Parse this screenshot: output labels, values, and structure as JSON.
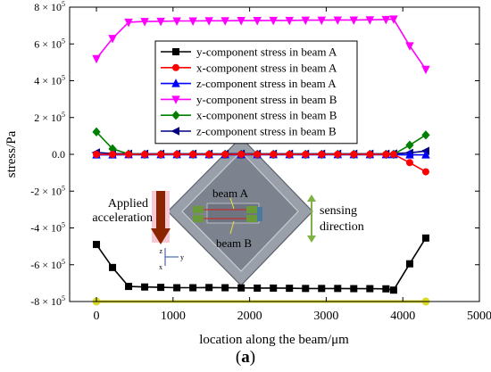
{
  "figure": {
    "panel_label_open": "(",
    "panel_label_letter": "a",
    "panel_label_close": ")"
  },
  "chart_data": {
    "type": "line",
    "xlabel": "location along the beam/μm",
    "ylabel": "stress/Pa",
    "xlim": [
      -350,
      5000
    ],
    "ylim": [
      -800000,
      800000
    ],
    "x_ticks": [
      0,
      1000,
      2000,
      3000,
      4000,
      5000
    ],
    "x_tick_labels": [
      "0",
      "1000",
      "2000",
      "3000",
      "4000",
      "5000"
    ],
    "y_ticks": [
      -800000,
      -600000,
      -400000,
      -200000,
      0,
      200000,
      400000,
      600000,
      800000
    ],
    "y_tick_labels": [
      {
        "mant": "-8 × 10",
        "exp": "5"
      },
      {
        "mant": "-6 × 10",
        "exp": "5"
      },
      {
        "mant": "-4 × 10",
        "exp": "5"
      },
      {
        "mant": "-2 × 10",
        "exp": "5"
      },
      {
        "mant": "0.0",
        "exp": ""
      },
      {
        "mant": "2 × 10",
        "exp": "5"
      },
      {
        "mant": "4 × 10",
        "exp": "5"
      },
      {
        "mant": "6 × 10",
        "exp": "5"
      },
      {
        "mant": "8 × 10",
        "exp": "5"
      }
    ],
    "grid": false,
    "legend_position": "top-center",
    "series": [
      {
        "name": "y-component stress in beam A",
        "color": "#000000",
        "marker": "square",
        "x": [
          0,
          210,
          420,
          630,
          840,
          1050,
          1260,
          1470,
          1680,
          1890,
          2100,
          2310,
          2520,
          2730,
          2940,
          3150,
          3360,
          3570,
          3780,
          3880,
          4090,
          4300
        ],
        "y": [
          -490000,
          -615000,
          -718000,
          -721000,
          -723000,
          -725000,
          -725000,
          -724000,
          -725000,
          -726000,
          -727000,
          -727000,
          -728000,
          -729000,
          -729000,
          -729000,
          -730000,
          -730000,
          -731000,
          -738000,
          -595000,
          -455000
        ]
      },
      {
        "name": "x-component stress in beam A",
        "color": "#ff0000",
        "marker": "circle",
        "x": [
          0,
          210,
          420,
          630,
          840,
          1050,
          1260,
          1470,
          1680,
          1890,
          2100,
          2310,
          2520,
          2730,
          2940,
          3150,
          3360,
          3570,
          3780,
          3880,
          4090,
          4300
        ],
        "y": [
          0,
          0,
          0,
          0,
          0,
          0,
          0,
          0,
          0,
          0,
          0,
          0,
          0,
          0,
          0,
          0,
          0,
          0,
          0,
          0,
          -45000,
          -95000
        ]
      },
      {
        "name": "z-component stress in beam A",
        "color": "#0000ff",
        "marker": "triangle-up",
        "x": [
          0,
          210,
          420,
          630,
          840,
          1050,
          1260,
          1470,
          1680,
          1890,
          2100,
          2310,
          2520,
          2730,
          2940,
          3150,
          3360,
          3570,
          3780,
          3880,
          4090,
          4300
        ],
        "y": [
          -3000,
          -3000,
          -2000,
          -2000,
          -2000,
          -2000,
          -2000,
          -2000,
          -2000,
          -2000,
          -2000,
          -2000,
          -2000,
          -2000,
          -2000,
          -2000,
          -2000,
          -2000,
          -2000,
          -2000,
          -3000,
          -3000
        ]
      },
      {
        "name": "y-component stress in beam B",
        "color": "#ff00ff",
        "marker": "triangle-down",
        "x": [
          0,
          210,
          420,
          630,
          840,
          1050,
          1260,
          1470,
          1680,
          1890,
          2100,
          2310,
          2520,
          2730,
          2940,
          3150,
          3360,
          3570,
          3780,
          3880,
          4090,
          4300
        ],
        "y": [
          520000,
          630000,
          718000,
          722000,
          723000,
          725000,
          725000,
          726000,
          726000,
          727000,
          727000,
          728000,
          728000,
          729000,
          729000,
          730000,
          730000,
          731000,
          733000,
          735000,
          590000,
          462000
        ]
      },
      {
        "name": "x-component stress in beam B",
        "color": "#008000",
        "marker": "diamond",
        "x": [
          0,
          210,
          420,
          630,
          840,
          1050,
          1260,
          1470,
          1680,
          1890,
          2100,
          2310,
          2520,
          2730,
          2940,
          3150,
          3360,
          3570,
          3780,
          3880,
          4090,
          4300
        ],
        "y": [
          122000,
          30000,
          2000,
          0,
          0,
          0,
          0,
          0,
          0,
          0,
          0,
          0,
          0,
          0,
          0,
          0,
          0,
          0,
          0,
          0,
          50000,
          105000
        ]
      },
      {
        "name": "z-component stress in beam B",
        "color": "#000080",
        "marker": "triangle-left",
        "x": [
          0,
          210,
          420,
          630,
          840,
          1050,
          1260,
          1470,
          1680,
          1890,
          2100,
          2310,
          2520,
          2730,
          2940,
          3150,
          3360,
          3570,
          3780,
          3880,
          4090,
          4300
        ],
        "y": [
          10000,
          4000,
          3000,
          3000,
          3000,
          3000,
          3000,
          3000,
          3000,
          3000,
          3000,
          3000,
          3000,
          3000,
          3000,
          3000,
          3000,
          3000,
          3000,
          4000,
          8000,
          18000
        ]
      }
    ],
    "axis_highlight": {
      "color": "#d9d92a",
      "from_x": 0,
      "to_x": 4300,
      "y": -800000
    },
    "inset": {
      "applied_line1": "Applied",
      "applied_line2": "acceleration",
      "sensing_line1": "sensing",
      "sensing_line2": "direction",
      "beam_a": "beam A",
      "beam_b": "beam B",
      "axis_z": "z",
      "axis_y": "y",
      "axis_x": "x",
      "arrow_color": "#8b2500",
      "sensing_color": "#7cb342",
      "die_color": "#8a8f9a",
      "die_edge_color": "#5a5f6a",
      "pad_color": "#6b9a3a"
    }
  }
}
